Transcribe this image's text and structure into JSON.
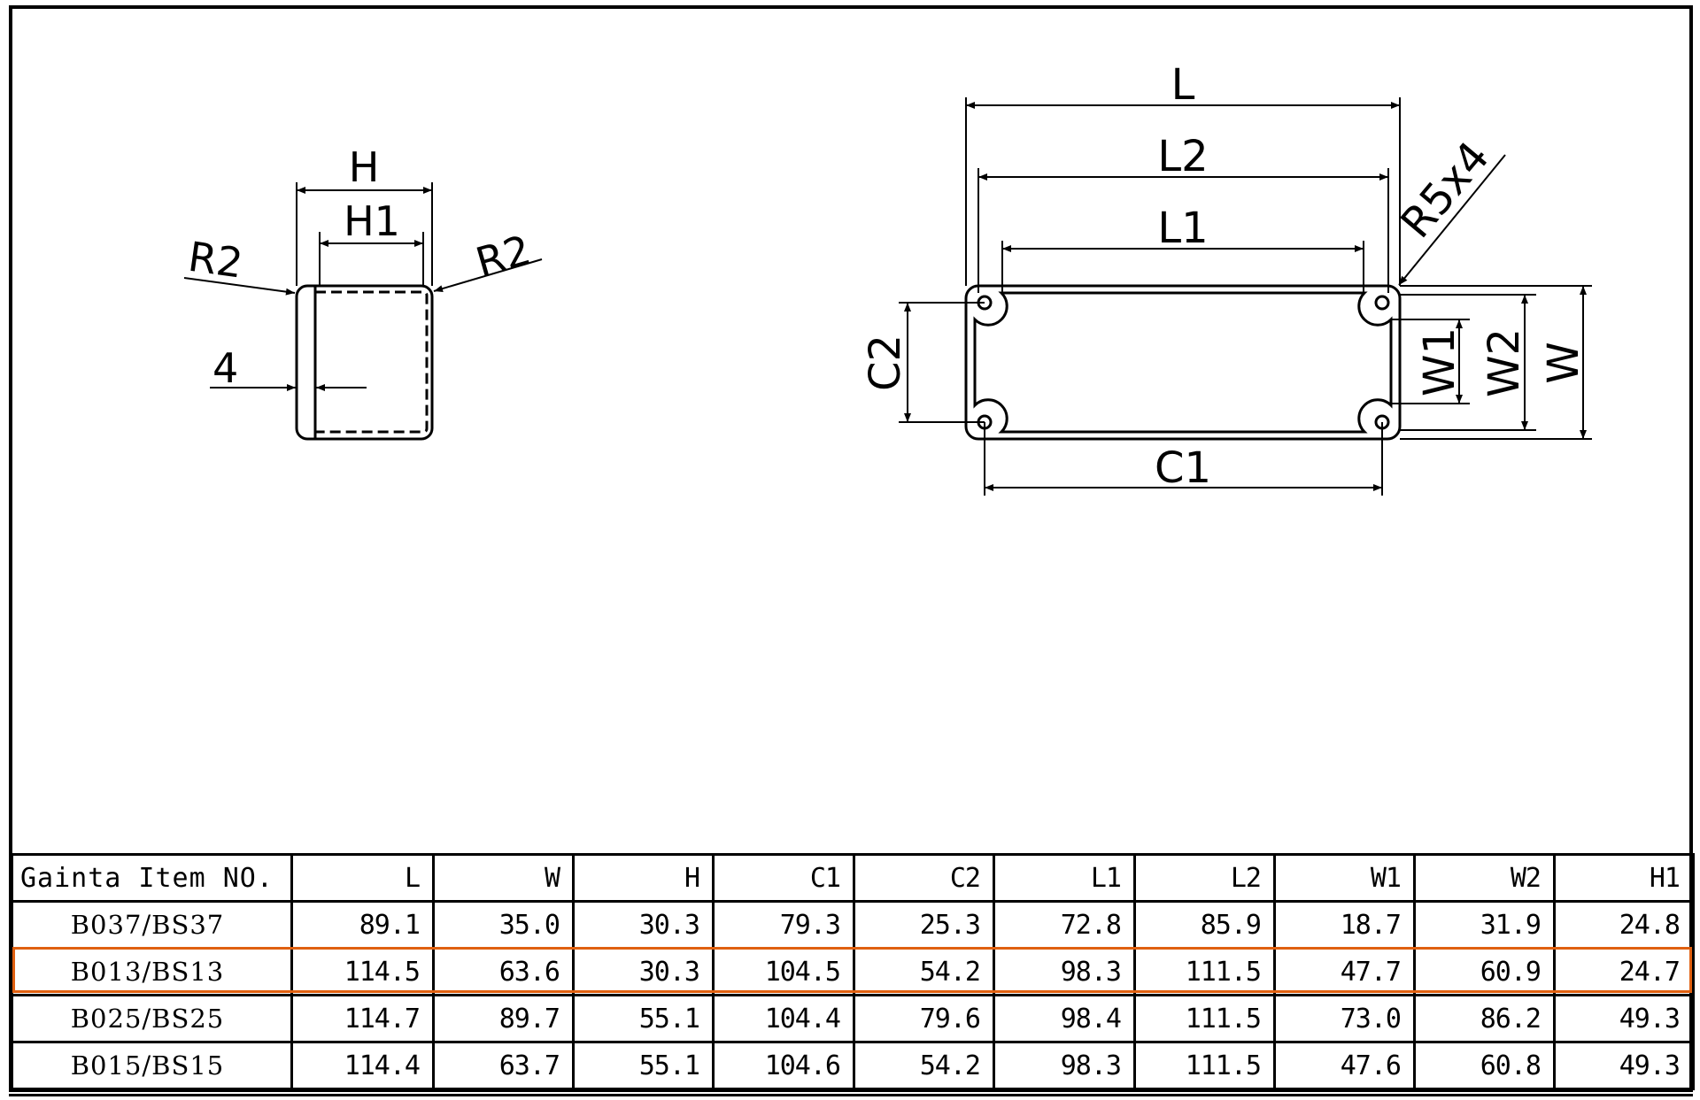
{
  "side_view": {
    "labels": {
      "H": "H",
      "H1": "H1",
      "R2_left": "R2",
      "R2_right": "R2",
      "wall": "4"
    }
  },
  "top_view": {
    "labels": {
      "L": "L",
      "L2": "L2",
      "L1": "L1",
      "R5x4": "R5x4",
      "C2": "C2",
      "W1": "W1",
      "W2": "W2",
      "W": "W",
      "C1": "C1"
    }
  },
  "table": {
    "headers": [
      "Gainta Item NO.",
      "L",
      "W",
      "H",
      "C1",
      "C2",
      "L1",
      "L2",
      "W1",
      "W2",
      "H1"
    ],
    "rows": [
      [
        "B037/BS37",
        "89.1",
        "35.0",
        "30.3",
        "79.3",
        "25.3",
        "72.8",
        "85.9",
        "18.7",
        "31.9",
        "24.8"
      ],
      [
        "B013/BS13",
        "114.5",
        "63.6",
        "30.3",
        "104.5",
        "54.2",
        "98.3",
        "111.5",
        "47.7",
        "60.9",
        "24.7"
      ],
      [
        "B025/BS25",
        "114.7",
        "89.7",
        "55.1",
        "104.4",
        "79.6",
        "98.4",
        "111.5",
        "73.0",
        "86.2",
        "49.3"
      ],
      [
        "B015/BS15",
        "114.4",
        "63.7",
        "55.1",
        "104.6",
        "54.2",
        "98.3",
        "111.5",
        "47.6",
        "60.8",
        "49.3"
      ]
    ],
    "highlighted_row": 1,
    "highlight_color": "#e06010"
  }
}
